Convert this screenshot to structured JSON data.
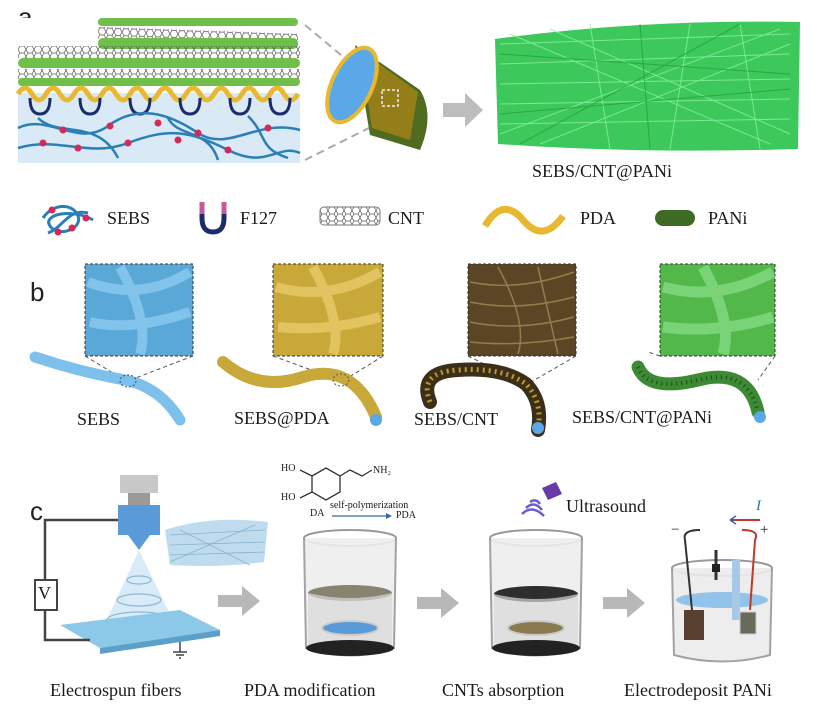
{
  "panels": {
    "a": {
      "letter": "a",
      "composite_label": "SEBS/CNT@PANi"
    },
    "b": {
      "letter": "b"
    },
    "c": {
      "letter": "c"
    }
  },
  "legend": [
    {
      "label": "SEBS",
      "icon": "polymer-coil-icon"
    },
    {
      "label": "F127",
      "icon": "u-surfactant-icon"
    },
    {
      "label": "CNT",
      "icon": "nanotube-icon"
    },
    {
      "label": "PDA",
      "icon": "wave-layer-icon"
    },
    {
      "label": "PANi",
      "icon": "green-capsule-icon"
    }
  ],
  "fibers": [
    {
      "label": "SEBS",
      "color": "#5aa8d8"
    },
    {
      "label": "SEBS@PDA",
      "color": "#c9a83a"
    },
    {
      "label": "SEBS/CNT",
      "color": "#3b2f1a"
    },
    {
      "label": "SEBS/CNT@PANi",
      "color": "#3d8a35"
    }
  ],
  "steps": [
    {
      "label": "Electrospun fibers"
    },
    {
      "label": "PDA modification"
    },
    {
      "label": "CNTs absorption"
    },
    {
      "label": "Electrodeposit PANi"
    }
  ],
  "chemistry": {
    "oh1": "HO",
    "oh2": "HO",
    "nh2": "NH₂",
    "da": "DA",
    "reaction": "self-polymerization",
    "product": "PDA"
  },
  "ultrasound": "Ultrasound",
  "electrode": {
    "minus": "−",
    "plus": "+",
    "current": "I"
  },
  "voltmeter": "V",
  "colors": {
    "arrow": "#b8b8b8",
    "sebs_blue": "#2a7fb8",
    "pani_green": "#3d8a35",
    "pda_gold": "#e8b830"
  }
}
